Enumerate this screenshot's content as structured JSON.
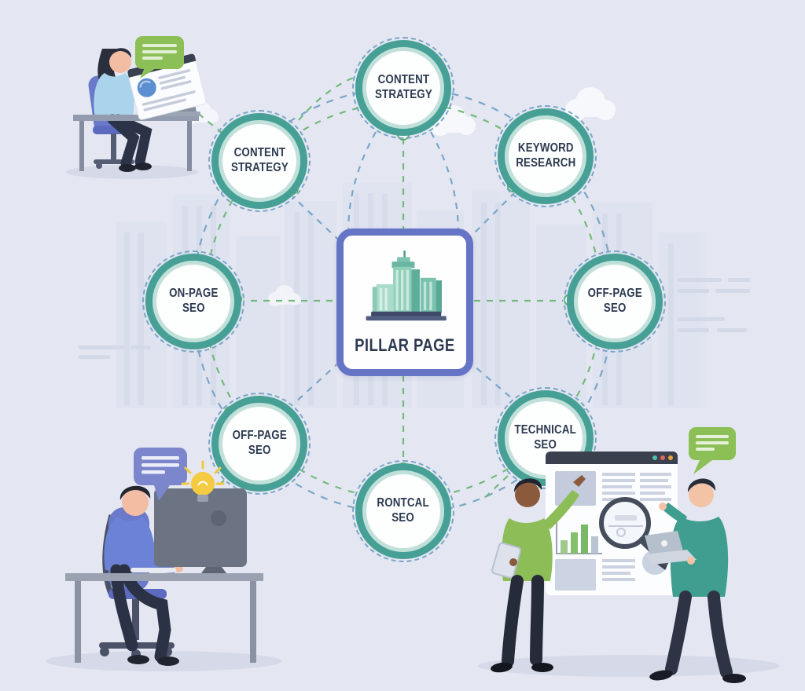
{
  "hub": {
    "label": "PILLAR PAGE",
    "icon": "skyscraper-building-icon"
  },
  "nodes": [
    {
      "id": "content-strategy-top",
      "label1": "CONTENT",
      "label2": "STRATEGY"
    },
    {
      "id": "content-strategy-upper-left",
      "label1": "CONTENT",
      "label2": "STRATEGY"
    },
    {
      "id": "keyword-research",
      "label1": "KEYWORD",
      "label2": "RESEARCH"
    },
    {
      "id": "on-page-seo",
      "label1": "ON-PAGE",
      "label2": "SEO"
    },
    {
      "id": "off-page-seo-right",
      "label1": "OFF-PAGE",
      "label2": "SEO"
    },
    {
      "id": "off-page-seo-lower-left",
      "label1": "OFF-PAGE",
      "label2": "SEO"
    },
    {
      "id": "technical-seo",
      "label1": "TECHNICAL",
      "label2": "SEO"
    },
    {
      "id": "rontcal-seo",
      "label1": "RONTCAL",
      "label2": "SEO"
    }
  ],
  "colors": {
    "background": "#e4e7f2",
    "ring_teal": "#47a095",
    "dashed_blue": "#7aa6c8",
    "dashed_green": "#74b97c",
    "hub_border": "#6674c6",
    "label_text": "#2d3950",
    "bubble_green": "#8cbf55",
    "bubble_purple": "#7b86cc",
    "bulb_yellow": "#f5cb42"
  },
  "scenes": {
    "top_left": "woman-working-on-laptop",
    "bottom_left": "man-working-on-desktop",
    "bottom_right": "two-men-analyzing-webpage"
  }
}
